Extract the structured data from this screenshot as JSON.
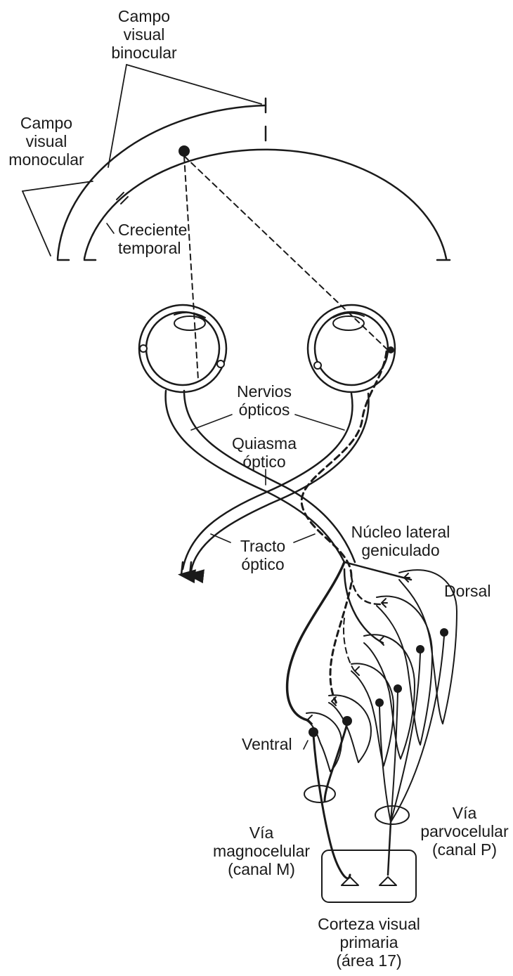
{
  "labels": {
    "binocular_field": [
      "Campo",
      "visual",
      "binocular"
    ],
    "monocular_field": [
      "Campo",
      "visual",
      "monocular"
    ],
    "temporal_crescent": [
      "Creciente",
      "temporal"
    ],
    "optic_nerves": [
      "Nervios",
      "ópticos"
    ],
    "optic_chiasm": [
      "Quiasma",
      "óptico"
    ],
    "optic_tract": [
      "Tracto",
      "óptico"
    ],
    "lateral_geniculate": [
      "Núcleo lateral",
      "geniculado"
    ],
    "dorsal": "Dorsal",
    "ventral": "Ventral",
    "magnocellular": [
      "Vía",
      "magnocelular",
      "(canal M)"
    ],
    "parvocellular": [
      "Vía",
      "parvocelular",
      "(canal P)"
    ],
    "visual_cortex": [
      "Corteza visual",
      "primaria",
      "(área 17)"
    ]
  },
  "colors": {
    "ink": "#1a1a1a",
    "background": "#ffffff"
  }
}
